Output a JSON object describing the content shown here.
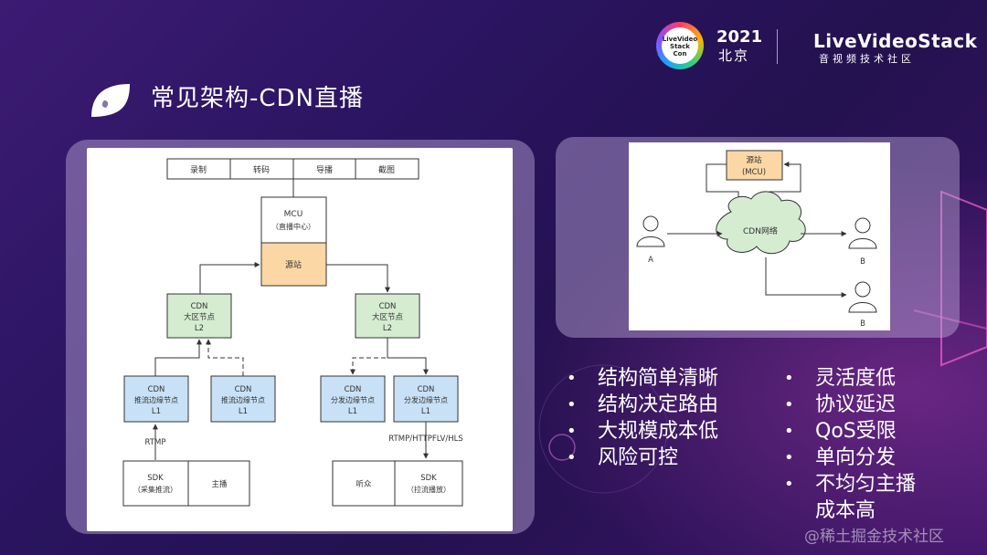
{
  "header": {
    "title": "常见架构-CDN直播",
    "logo_lines": [
      "LiveVideo",
      "Stack",
      "Con"
    ],
    "year": "2021",
    "city": "北京",
    "brand": "LiveVideoStack",
    "brand_sub": "音视频技术社区"
  },
  "left_diagram": {
    "top_row": [
      "录制",
      "转码",
      "导播",
      "截图"
    ],
    "mcu_line1": "MCU",
    "mcu_line2": "（直播中心）",
    "source": "源站",
    "cdn_left": [
      "CDN",
      "大区节点",
      "L2"
    ],
    "cdn_right": [
      "CDN",
      "大区节点",
      "L2"
    ],
    "push_a": [
      "CDN",
      "推流边缘节点",
      "L1"
    ],
    "push_b": [
      "CDN",
      "推流边缘节点",
      "L1"
    ],
    "dist_a": [
      "CDN",
      "分发边缘节点",
      "L1"
    ],
    "dist_b": [
      "CDN",
      "分发边缘节点",
      "L1"
    ],
    "rtmp": "RTMP",
    "protocols": "RTMP/HTTPFLV/HLS",
    "sdk_left": [
      "SDK",
      "（采集推流）"
    ],
    "anchor": "主播",
    "listener": "听众",
    "sdk_right": [
      "SDK",
      "（拉流播放）"
    ]
  },
  "right_diagram": {
    "source_line1": "源站",
    "source_line2": "(MCU)",
    "cloud": "CDN网络",
    "user_a": "A",
    "user_b1": "B",
    "user_b2": "B"
  },
  "bullets_left": [
    "结构简单清晰",
    "结构决定路由",
    "大规模成本低",
    "风险可控"
  ],
  "bullets_right": [
    "灵活度低",
    "协议延迟",
    "QoS受限",
    "单向分发",
    "不均匀主播成本高"
  ],
  "watermark": "@稀土掘金技术社区",
  "colors": {
    "orange_box": "#fbd7a6",
    "green_box": "#d5ecd1",
    "blue_box": "#c8e1f7",
    "cloud": "#d5ecd1",
    "node_border": "#333333"
  }
}
